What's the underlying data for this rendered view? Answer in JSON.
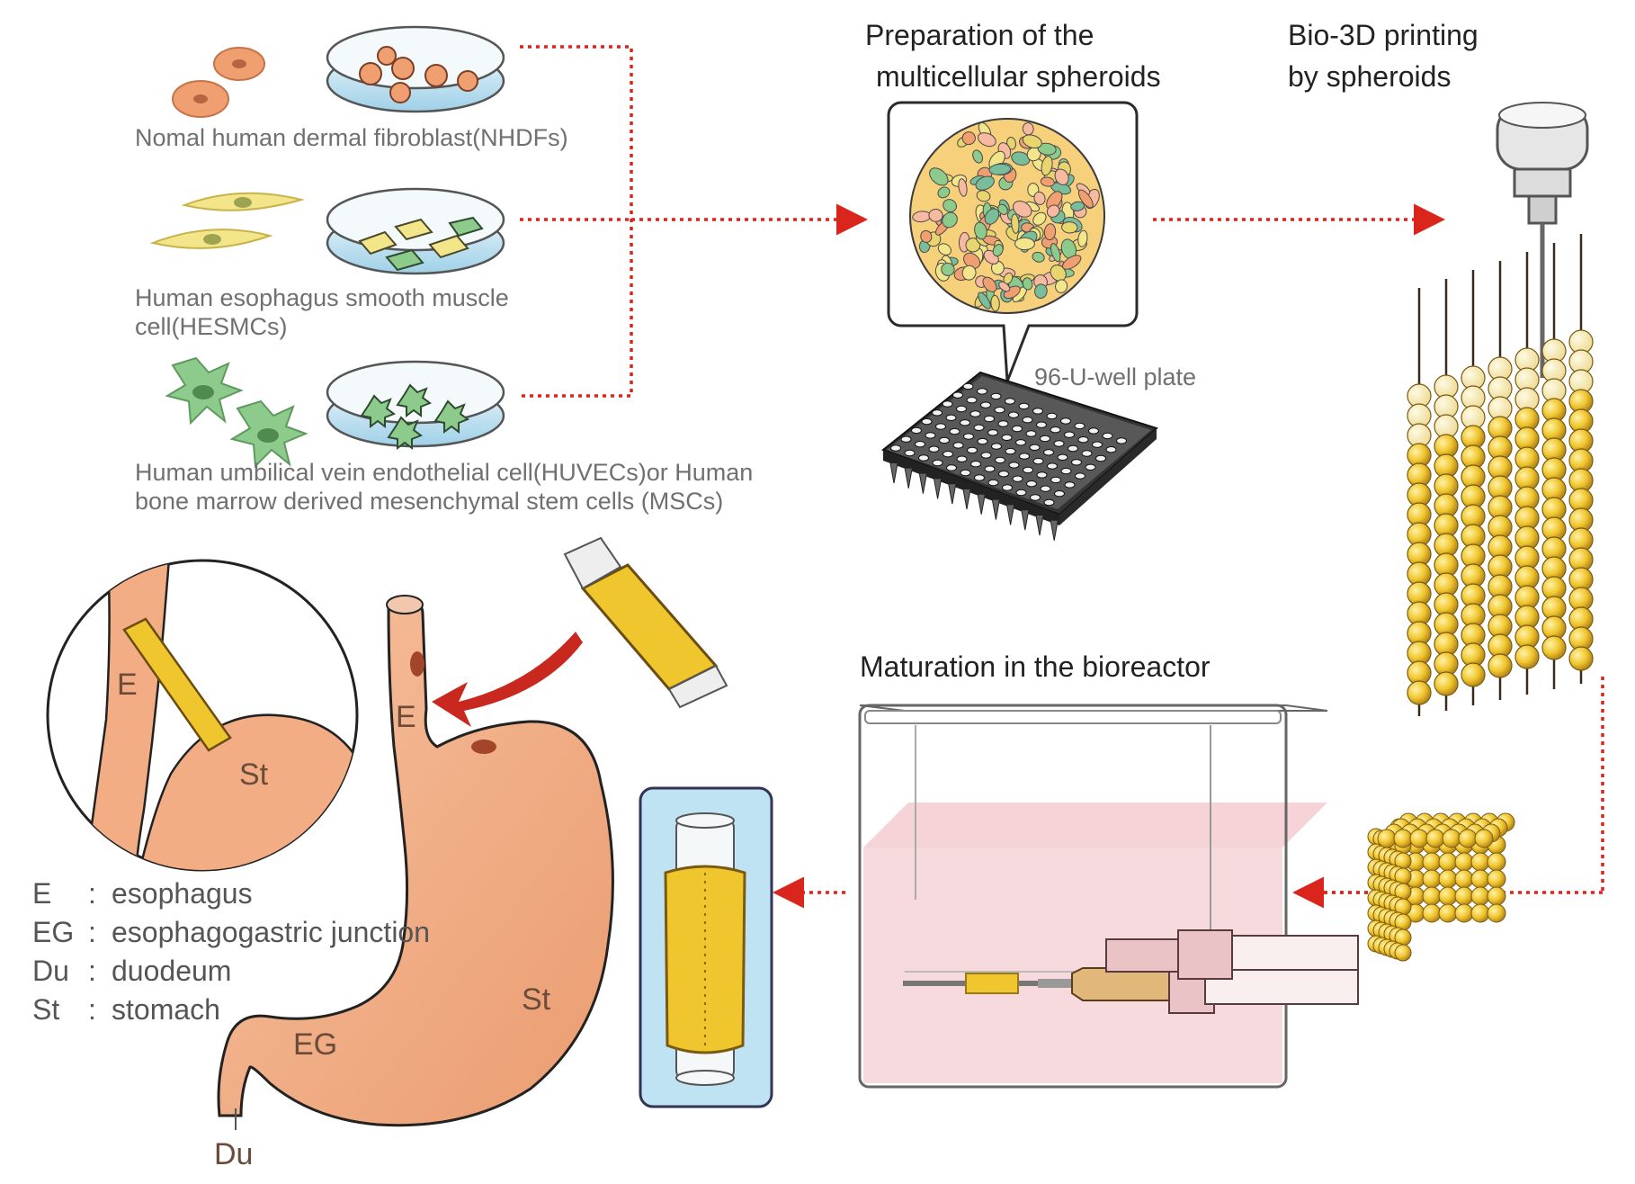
{
  "cells": [
    {
      "label": "Nomal human dermal fibroblast(NHDFs)",
      "color": "#f0a070"
    },
    {
      "label_line1": "Human esophagus smooth muscle",
      "label_line2": "cell(HESMCs)",
      "color": "#f3e68a"
    },
    {
      "label_line1": "Human umbilical vein endothelial cell(HUVECs)or Human",
      "label_line2": "bone marrow derived mesenchymal stem cells (MSCs)",
      "color": "#8ccb8c"
    }
  ],
  "steps": {
    "spheroids_line1": "Preparation of the",
    "spheroids_line2": "multicellular spheroids",
    "plate": "96-U-well plate",
    "printing_line1": "Bio-3D printing",
    "printing_line2": "by spheroids",
    "maturation": "Maturation in the bioreactor"
  },
  "anatomy": {
    "inset_E": "E",
    "inset_St": "St",
    "E": "E",
    "St": "St",
    "EG": "EG",
    "Du": "Du"
  },
  "legend": [
    {
      "abbr": "E",
      "sep": ":",
      "text": "esophagus"
    },
    {
      "abbr": "EG",
      "sep": ":",
      "text": "esophagogastric junction"
    },
    {
      "abbr": "Du",
      "sep": ":",
      "text": "duodeum"
    },
    {
      "abbr": "St",
      "sep": ":",
      "text": "stomach"
    }
  ],
  "colors": {
    "arrow": "#d9251c",
    "stomach": "#f2ad85",
    "spheroid": "#f0c62e",
    "medium": "#f6d4d7",
    "holder": "#bfe3f3"
  }
}
